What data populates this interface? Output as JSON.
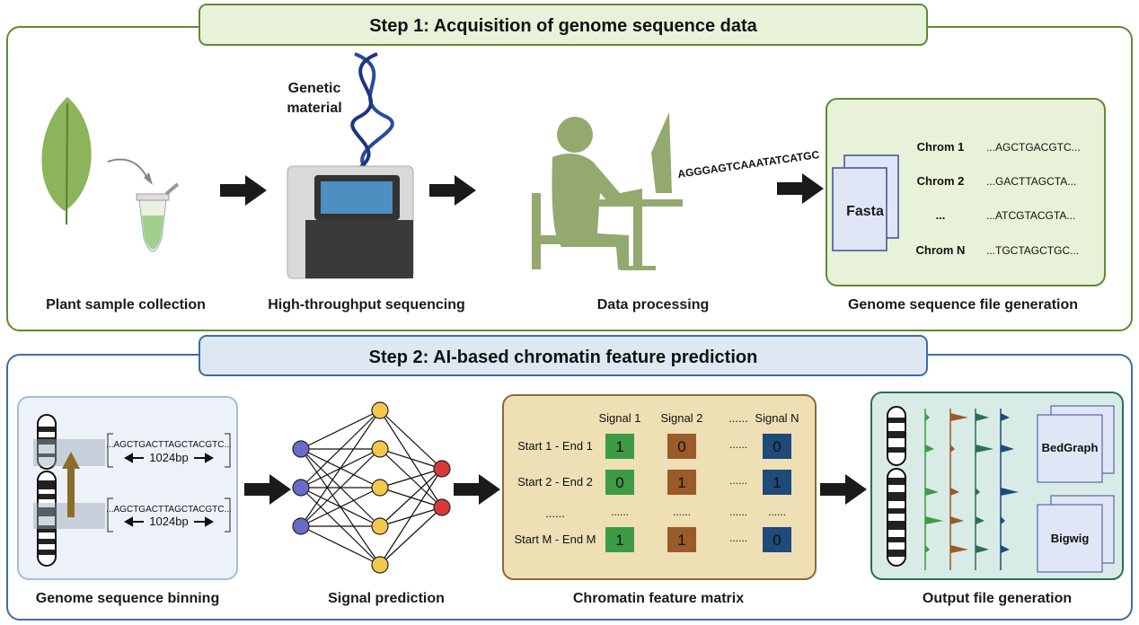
{
  "step1": {
    "title": "Step 1: Acquisition of genome sequence data",
    "color": "#5f8a35",
    "fill": "#e8f2d8",
    "genetic_material": [
      "Genetic",
      "material"
    ],
    "sequence_text": "AGGGAGTCAAATATCATGC",
    "fasta": {
      "file_label": "Fasta",
      "rows": [
        {
          "name": "Chrom 1",
          "seq": "...AGCTGACGTC..."
        },
        {
          "name": "Chrom 2",
          "seq": "...GACTTAGCTA..."
        },
        {
          "name": "...",
          "seq": "...ATCGTACGTA..."
        },
        {
          "name": "Chrom N",
          "seq": "...TGCTAGCTGC..."
        }
      ]
    },
    "labels": [
      "Plant sample collection",
      "High-throughput sequencing",
      "Data processing",
      "Genome sequence file generation"
    ]
  },
  "step2": {
    "title": "Step 2: AI-based chromatin feature prediction",
    "color": "#3a6ea5",
    "fill": "#dde8f3",
    "binning": {
      "seq": "...AGCTGACTTAGCTACGTC...",
      "bin_size": "1024bp"
    },
    "matrix": {
      "columns": [
        "Signal 1",
        "Signal 2",
        "......",
        "Signal N"
      ],
      "rows": [
        {
          "label": "Start 1 - End 1",
          "values": [
            "1",
            "0",
            "......",
            "0"
          ]
        },
        {
          "label": "Start 2 - End 2",
          "values": [
            "0",
            "1",
            "......",
            "1"
          ]
        },
        {
          "label": "......",
          "values": [
            "......",
            "......",
            "......",
            "......"
          ]
        },
        {
          "label": "Start M - End M",
          "values": [
            "1",
            "1",
            "......",
            "0"
          ]
        }
      ],
      "colors": [
        "#3d9a45",
        "#9a5a2a",
        "#1f4a7a"
      ]
    },
    "outputs": [
      "BedGraph",
      "Bigwig"
    ],
    "labels": [
      "Genome sequence binning",
      "Signal prediction",
      "Chromatin feature matrix",
      "Output file generation"
    ]
  }
}
